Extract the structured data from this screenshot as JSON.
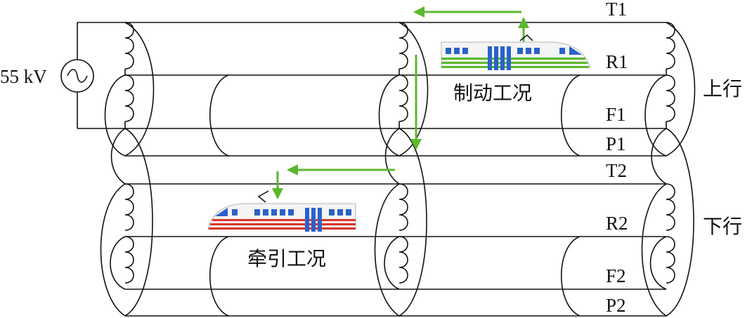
{
  "source": {
    "voltage_label": "55 kV"
  },
  "conductors": {
    "up": [
      "T1",
      "R1",
      "F1",
      "P1"
    ],
    "down": [
      "T2",
      "R2",
      "F2",
      "P2"
    ]
  },
  "groups": {
    "up": "上行",
    "down": "下行"
  },
  "modes": {
    "braking": "制动工况",
    "traction": "牵引工况"
  },
  "colors": {
    "arrow": "#5cb82c",
    "braking_train_stripe": "#5cb82c",
    "traction_train_stripe": "#d9342b",
    "train_windows": "#2a62c9"
  }
}
